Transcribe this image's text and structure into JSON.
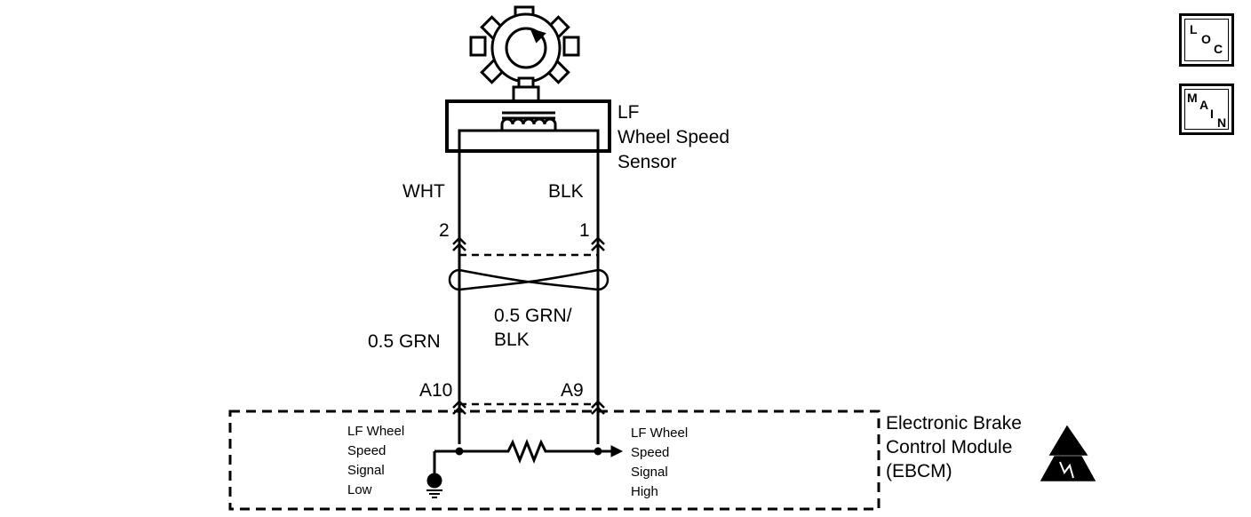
{
  "sensor": {
    "name_line1": "LF",
    "name_line2": "Wheel Speed",
    "name_line3": "Sensor"
  },
  "wires": {
    "sensor_left_color": "WHT",
    "sensor_right_color": "BLK",
    "harness_left": "0.5 GRN",
    "harness_right_line1": "0.5 GRN/",
    "harness_right_line2": "BLK"
  },
  "pins": {
    "sensor_left": "2",
    "sensor_right": "1",
    "module_left": "A10",
    "module_right": "A9"
  },
  "module": {
    "name_line1": "Electronic Brake",
    "name_line2": "Control Module",
    "name_line3": "(EBCM)",
    "left_signal": [
      "LF Wheel",
      "Speed",
      "Signal",
      "Low"
    ],
    "right_signal": [
      "LF Wheel",
      "Speed",
      "Signal",
      "High"
    ],
    "esd_icon": "esd-warning-icon"
  },
  "nav": {
    "loc": {
      "l1": "L",
      "l2": "O",
      "l3": "C"
    },
    "main": {
      "l1": "M",
      "l2": "A",
      "l3": "I",
      "l4": "N"
    }
  }
}
